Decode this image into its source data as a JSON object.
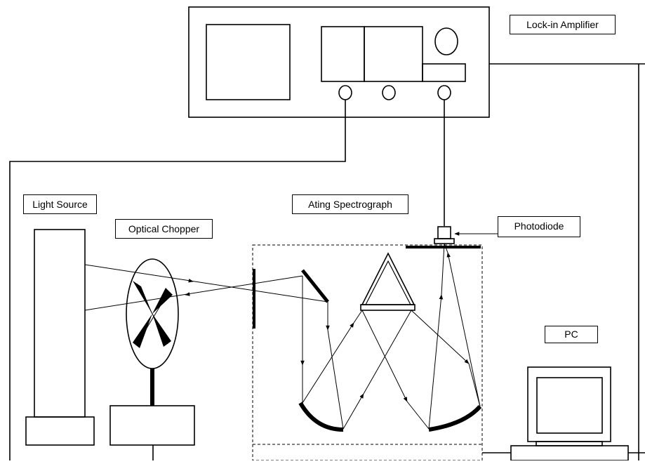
{
  "labels": {
    "lockin": "Lock-in Amplifier",
    "light_source": "Light Source",
    "optical_chopper": "Optical Chopper",
    "spectrograph": "Ating Spectrograph",
    "photodiode": "Photodiode",
    "pc": "PC"
  }
}
